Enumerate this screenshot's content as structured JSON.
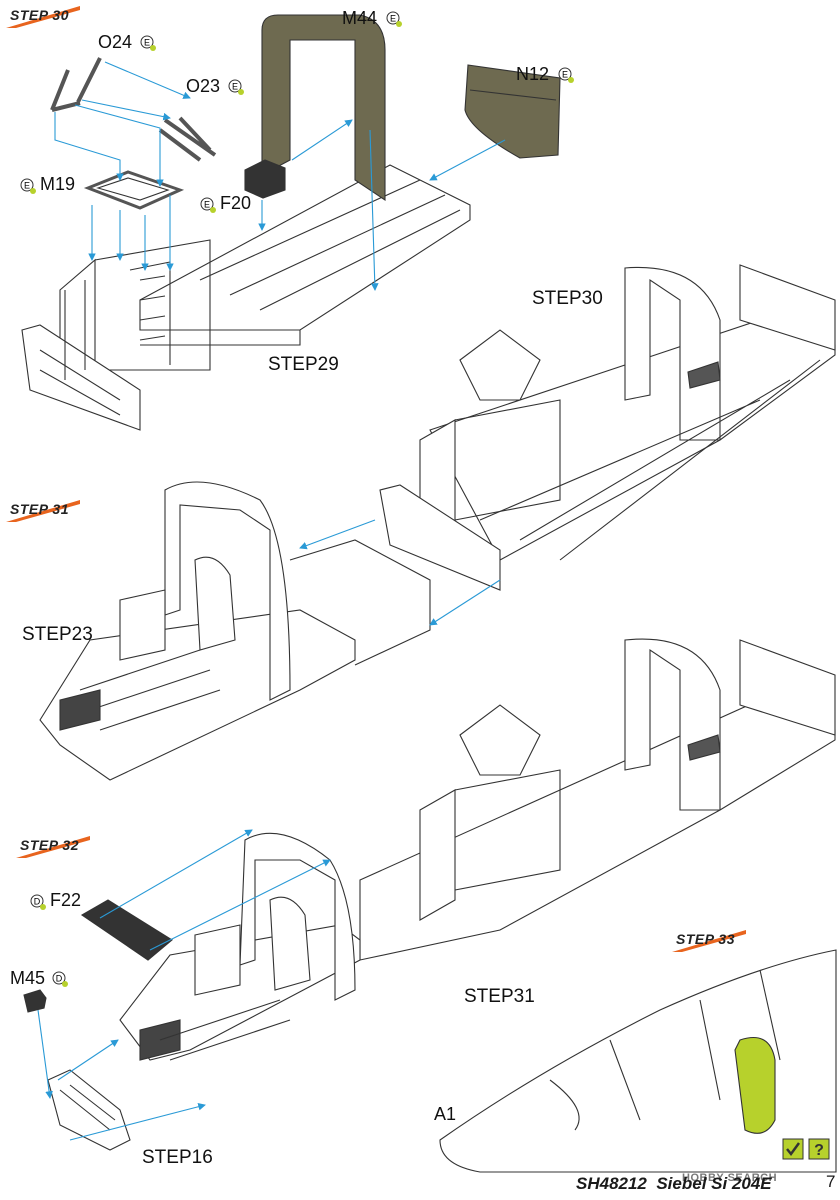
{
  "steps": {
    "s30": "STEP 30",
    "s31": "STEP 31",
    "s32": "STEP 32",
    "s33": "STEP 33"
  },
  "refs": {
    "r29": "STEP29",
    "r30": "STEP30",
    "r23": "STEP23",
    "r31": "STEP31",
    "r16": "STEP16"
  },
  "parts": {
    "o24": "O24",
    "o23": "O23",
    "m44": "M44",
    "n12": "N12",
    "m19": "M19",
    "f20": "F20",
    "f22": "F22",
    "m45": "M45",
    "a1": "A1"
  },
  "badges": {
    "e": "E",
    "d": "D"
  },
  "footer": {
    "code": "SH48212",
    "title": "Siebel Si 204E",
    "page": "7"
  },
  "watermark": "HOBBY SEARCH",
  "colors": {
    "accent_orange": "#e8641e",
    "arrow_blue": "#2a9ad6",
    "bulkhead_green": "#6e6a50",
    "panel_black": "#333333",
    "hatch_lime": "#b7d12c"
  }
}
